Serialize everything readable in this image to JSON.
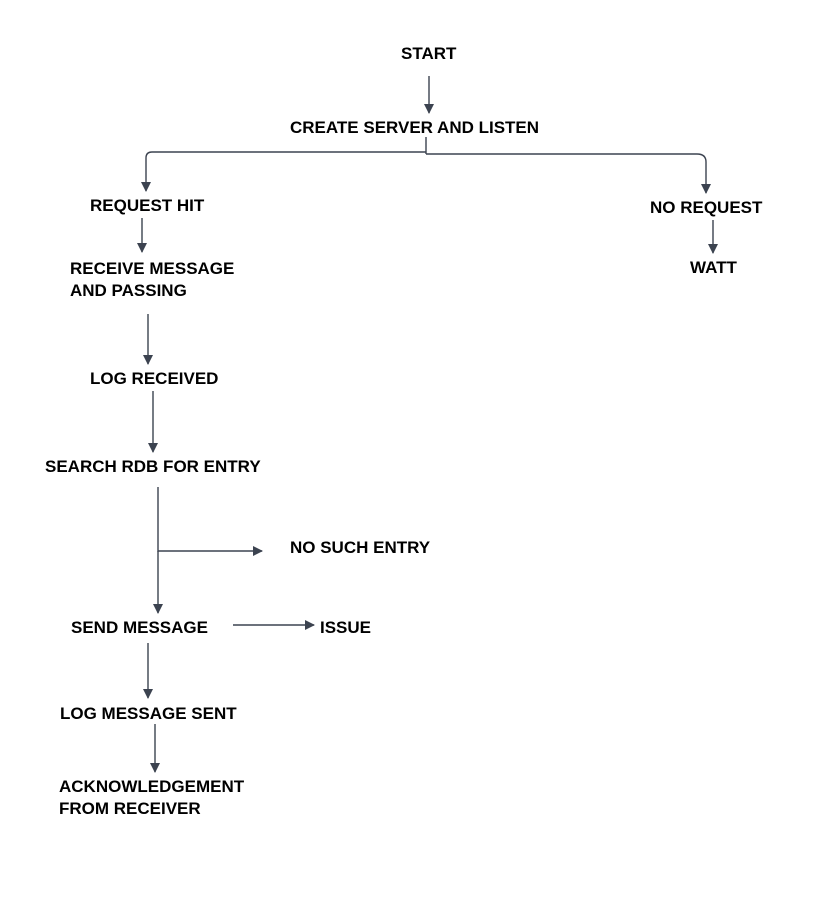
{
  "colors": {
    "connector": "#3c4350",
    "text": "#000000",
    "background": "#ffffff"
  },
  "nodes": {
    "start": "START",
    "create_server": "CREATE SERVER AND LISTEN",
    "request_hit": "REQUEST HIT",
    "no_request": "NO REQUEST",
    "wait": "WATT",
    "receive_message": [
      "RECEIVE MESSAGE",
      "AND PASSING"
    ],
    "log_received": "LOG RECEIVED",
    "search_rdb": "SEARCH RDB FOR ENTRY",
    "no_such_entry": "NO SUCH ENTRY",
    "send_message": "SEND MESSAGE",
    "issue": "ISSUE",
    "log_message_sent": "LOG MESSAGE SENT",
    "acknowledgement": [
      "ACKNOWLEDGEMENT",
      "FROM RECEIVER"
    ]
  }
}
